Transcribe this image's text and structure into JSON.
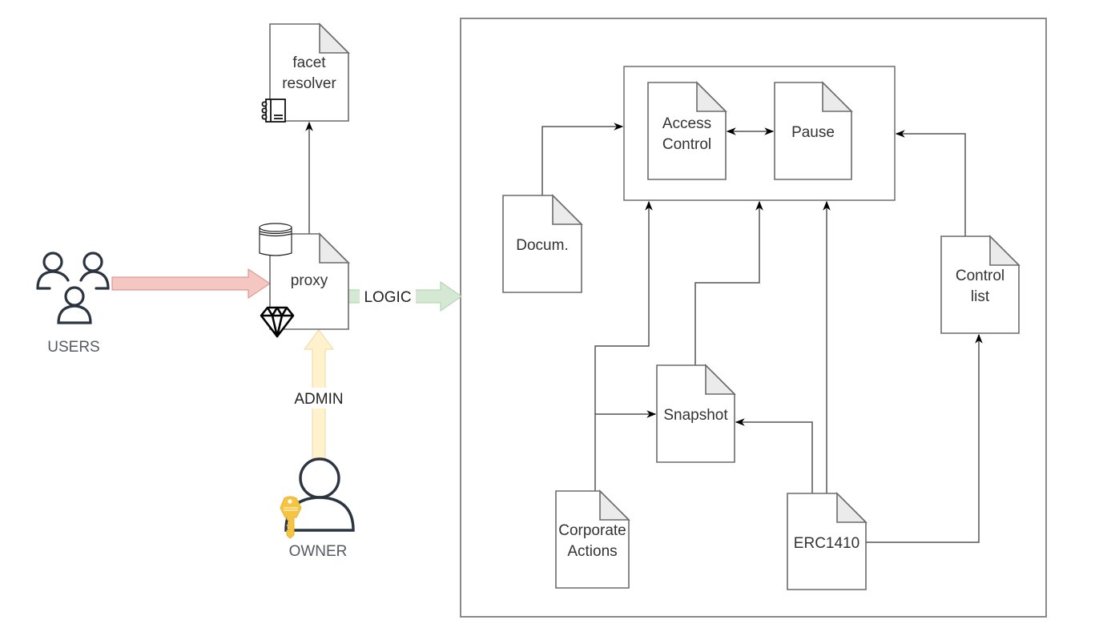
{
  "diagram": {
    "actors": {
      "users": {
        "label": "USERS",
        "icon": "users-group-icon"
      },
      "owner": {
        "label": "OWNER",
        "icon": "user-with-key-icon"
      }
    },
    "flows": {
      "users_to_proxy": {
        "label": "",
        "color": "#f4c7c3"
      },
      "logic": {
        "label": "LOGIC",
        "color": "#d5e8d4"
      },
      "admin": {
        "label": "ADMIN",
        "color": "#fff2cc"
      }
    },
    "documents": {
      "facet_resolver": {
        "lines": [
          "facet",
          "resolver"
        ],
        "icon": "notebook-icon"
      },
      "proxy": {
        "lines": [
          "proxy"
        ],
        "icons": [
          "database-icon",
          "diamond-gem-icon"
        ]
      },
      "access_control": {
        "lines": [
          "Access",
          "Control"
        ]
      },
      "pause": {
        "lines": [
          "Pause"
        ]
      },
      "docum": {
        "lines": [
          "Docum."
        ]
      },
      "control_list": {
        "lines": [
          "Control",
          "list"
        ]
      },
      "snapshot": {
        "lines": [
          "Snapshot"
        ]
      },
      "corporate_actions": {
        "lines": [
          "Corporate",
          "Actions"
        ]
      },
      "erc1410": {
        "lines": [
          "ERC1410"
        ]
      }
    }
  }
}
